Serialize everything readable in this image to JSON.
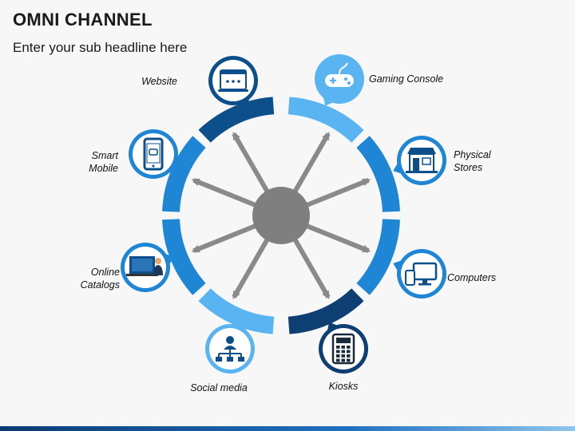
{
  "header": {
    "title": "OMNI CHANNEL",
    "subtitle": "Enter your sub headline here"
  },
  "channels": [
    {
      "label_lines": [
        "Website"
      ],
      "icon": "website-icon",
      "color": "#0d4f8b"
    },
    {
      "label_lines": [
        "Gaming Console"
      ],
      "icon": "gamepad-icon",
      "color": "#5ab4f2"
    },
    {
      "label_lines": [
        "Physical",
        "Stores"
      ],
      "icon": "store-icon",
      "color": "#1f86d6"
    },
    {
      "label_lines": [
        "Computers"
      ],
      "icon": "computer-icon",
      "color": "#1f86d6"
    },
    {
      "label_lines": [
        "Kiosks"
      ],
      "icon": "calculator-icon",
      "color": "#0d3f73"
    },
    {
      "label_lines": [
        "Social media"
      ],
      "icon": "network-icon",
      "color": "#5ab4f2"
    },
    {
      "label_lines": [
        "Online",
        "Catalogs"
      ],
      "icon": "catalog-icon",
      "color": "#1f86d6"
    },
    {
      "label_lines": [
        "Smart",
        "Mobile"
      ],
      "icon": "mobile-icon",
      "color": "#1f86d6"
    }
  ],
  "colors": {
    "hub": "#7f7f7f",
    "arrow": "#8a8a8a",
    "icon": "#0d4f8b"
  }
}
